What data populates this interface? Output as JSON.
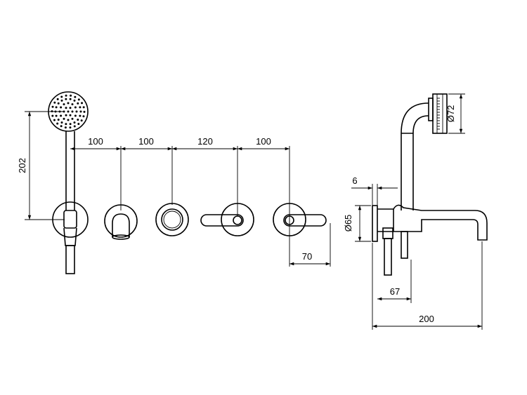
{
  "dimensions": {
    "spacing_1": "100",
    "spacing_2": "100",
    "spacing_3": "120",
    "spacing_4": "100",
    "handshower_height": "202",
    "lever_offset": "70",
    "wall_thickness": "6",
    "flange_diameter": "Ø65",
    "shower_head_diameter": "Ø72",
    "spout_to_mixer": "67",
    "spout_projection": "200"
  }
}
